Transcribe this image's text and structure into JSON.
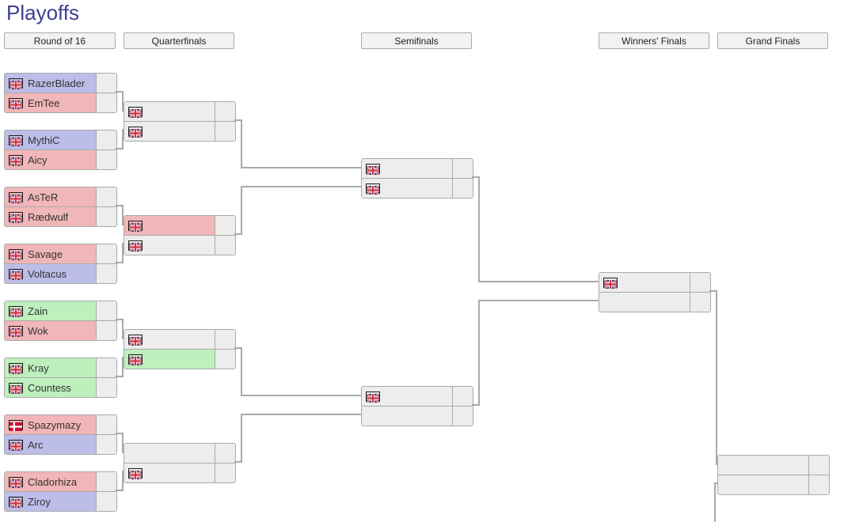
{
  "page": {
    "title": "Playoffs"
  },
  "rounds": [
    {
      "label": "Round of 16"
    },
    {
      "label": "Quarterfinals"
    },
    {
      "label": "Semifinals"
    },
    {
      "label": "Winners' Finals"
    },
    {
      "label": "Grand Finals"
    }
  ],
  "colors": {
    "purple": "#bdbde9",
    "pink": "#f1b6b8",
    "green": "#bdf0bd",
    "empty": "#ededed",
    "border": "#aaaaaa",
    "connector": "#a9a9a9",
    "header_bg": "#f2f2f2",
    "title_text": "#3e3e91",
    "player_text": "#333333"
  },
  "flags": {
    "gb": "uk-flag",
    "dk": "denmark-flag"
  },
  "bracket": {
    "round_of_16": [
      {
        "slots": [
          {
            "name": "RazerBlader",
            "flag": "gb",
            "bg": "purple",
            "score": ""
          },
          {
            "name": "EmTee",
            "flag": "gb",
            "bg": "pink",
            "score": ""
          }
        ]
      },
      {
        "slots": [
          {
            "name": "MythiC",
            "flag": "gb",
            "bg": "purple",
            "score": ""
          },
          {
            "name": "Aicy",
            "flag": "gb",
            "bg": "pink",
            "score": ""
          }
        ]
      },
      {
        "slots": [
          {
            "name": "AsTeR",
            "flag": "gb",
            "bg": "pink",
            "score": ""
          },
          {
            "name": "Rædwulf",
            "flag": "gb",
            "bg": "pink",
            "score": ""
          }
        ]
      },
      {
        "slots": [
          {
            "name": "Savage",
            "flag": "gb",
            "bg": "pink",
            "score": ""
          },
          {
            "name": "Voltacus",
            "flag": "gb",
            "bg": "purple",
            "score": ""
          }
        ]
      },
      {
        "slots": [
          {
            "name": "Zain",
            "flag": "gb",
            "bg": "green",
            "score": ""
          },
          {
            "name": "Wok",
            "flag": "gb",
            "bg": "pink",
            "score": ""
          }
        ]
      },
      {
        "slots": [
          {
            "name": "Kray",
            "flag": "gb",
            "bg": "green",
            "score": ""
          },
          {
            "name": "Countess",
            "flag": "gb",
            "bg": "green",
            "score": ""
          }
        ]
      },
      {
        "slots": [
          {
            "name": "Spazymazy",
            "flag": "dk",
            "bg": "pink",
            "score": ""
          },
          {
            "name": "Arc",
            "flag": "gb",
            "bg": "purple",
            "score": ""
          }
        ]
      },
      {
        "slots": [
          {
            "name": "Cladorhiza",
            "flag": "gb",
            "bg": "pink",
            "score": ""
          },
          {
            "name": "Ziroy",
            "flag": "gb",
            "bg": "purple",
            "score": ""
          }
        ]
      }
    ],
    "quarterfinals": [
      {
        "slots": [
          {
            "name": "",
            "flag": "gb",
            "bg": null,
            "score": ""
          },
          {
            "name": "",
            "flag": "gb",
            "bg": null,
            "score": ""
          }
        ]
      },
      {
        "slots": [
          {
            "name": "",
            "flag": "gb",
            "bg": "pink",
            "score": ""
          },
          {
            "name": "",
            "flag": "gb",
            "bg": null,
            "score": ""
          }
        ]
      },
      {
        "slots": [
          {
            "name": "",
            "flag": "gb",
            "bg": null,
            "score": ""
          },
          {
            "name": "",
            "flag": "gb",
            "bg": "green",
            "score": ""
          }
        ]
      },
      {
        "slots": [
          {
            "name": "",
            "flag": null,
            "bg": null,
            "score": ""
          },
          {
            "name": "",
            "flag": "gb",
            "bg": null,
            "score": ""
          }
        ]
      }
    ],
    "semifinals": [
      {
        "slots": [
          {
            "name": "",
            "flag": "gb",
            "bg": null,
            "score": ""
          },
          {
            "name": "",
            "flag": "gb",
            "bg": null,
            "score": ""
          }
        ]
      },
      {
        "slots": [
          {
            "name": "",
            "flag": "gb",
            "bg": null,
            "score": ""
          },
          {
            "name": "",
            "flag": null,
            "bg": null,
            "score": ""
          }
        ]
      }
    ],
    "winners_finals": [
      {
        "slots": [
          {
            "name": "",
            "flag": "gb",
            "bg": null,
            "score": ""
          },
          {
            "name": "",
            "flag": null,
            "bg": null,
            "score": ""
          }
        ]
      }
    ],
    "grand_finals": [
      {
        "slots": [
          {
            "name": "",
            "flag": null,
            "bg": null,
            "score": ""
          },
          {
            "name": "",
            "flag": null,
            "bg": null,
            "score": ""
          }
        ]
      }
    ]
  }
}
